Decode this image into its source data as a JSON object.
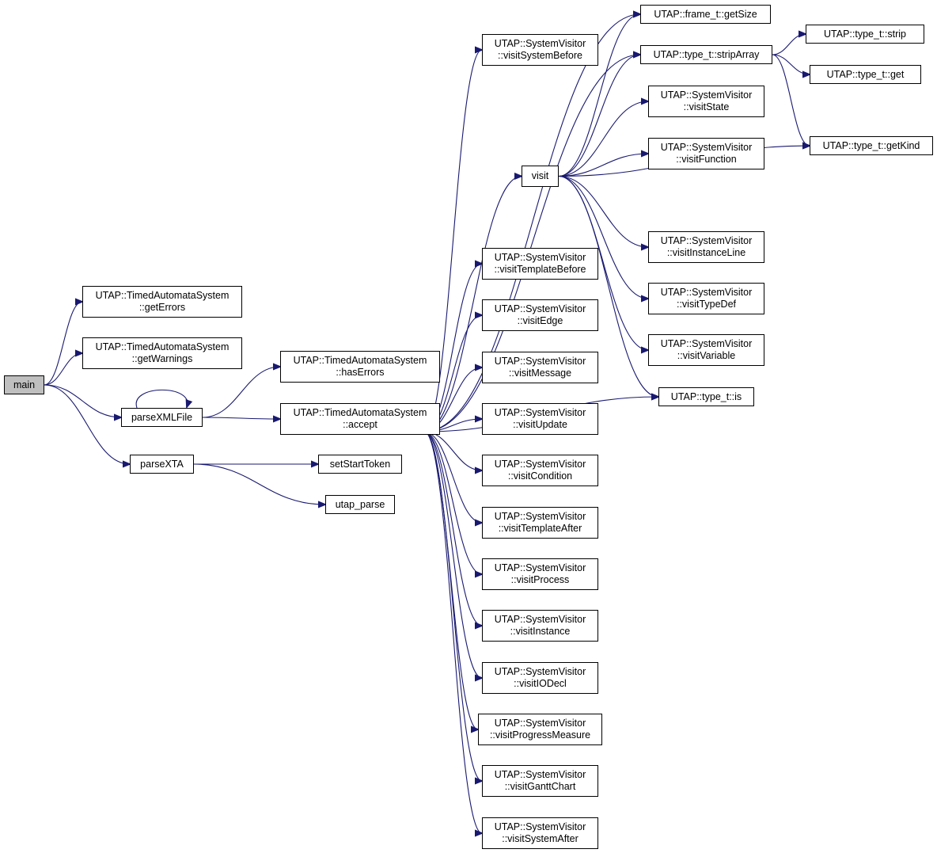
{
  "colors": {
    "edge": "#191970",
    "root_fill": "#bfbfbf",
    "node_fill": "#ffffff",
    "border": "#000000"
  },
  "nodes": {
    "main": [
      "main"
    ],
    "getErrors": [
      "UTAP::TimedAutomataSystem",
      "::getErrors"
    ],
    "getWarnings": [
      "UTAP::TimedAutomataSystem",
      "::getWarnings"
    ],
    "parseXMLFile": [
      "parseXMLFile"
    ],
    "parseXTA": [
      "parseXTA"
    ],
    "hasErrors": [
      "UTAP::TimedAutomataSystem",
      "::hasErrors"
    ],
    "accept": [
      "UTAP::TimedAutomataSystem",
      "::accept"
    ],
    "setStartToken": [
      "setStartToken"
    ],
    "utap_parse": [
      "utap_parse"
    ],
    "visitSystemBefore": [
      "UTAP::SystemVisitor",
      "::visitSystemBefore"
    ],
    "visit": [
      "visit"
    ],
    "visitTemplateBefore": [
      "UTAP::SystemVisitor",
      "::visitTemplateBefore"
    ],
    "visitEdge": [
      "UTAP::SystemVisitor",
      "::visitEdge"
    ],
    "visitMessage": [
      "UTAP::SystemVisitor",
      "::visitMessage"
    ],
    "visitUpdate": [
      "UTAP::SystemVisitor",
      "::visitUpdate"
    ],
    "visitCondition": [
      "UTAP::SystemVisitor",
      "::visitCondition"
    ],
    "visitTemplateAfter": [
      "UTAP::SystemVisitor",
      "::visitTemplateAfter"
    ],
    "visitProcess": [
      "UTAP::SystemVisitor",
      "::visitProcess"
    ],
    "visitInstance": [
      "UTAP::SystemVisitor",
      "::visitInstance"
    ],
    "visitIODecl": [
      "UTAP::SystemVisitor",
      "::visitIODecl"
    ],
    "visitProgressMeasure": [
      "UTAP::SystemVisitor",
      "::visitProgressMeasure"
    ],
    "visitGanttChart": [
      "UTAP::SystemVisitor",
      "::visitGanttChart"
    ],
    "visitSystemAfter": [
      "UTAP::SystemVisitor",
      "::visitSystemAfter"
    ],
    "getSize": [
      "UTAP::frame_t::getSize"
    ],
    "stripArray": [
      "UTAP::type_t::stripArray"
    ],
    "visitState": [
      "UTAP::SystemVisitor",
      "::visitState"
    ],
    "visitFunction": [
      "UTAP::SystemVisitor",
      "::visitFunction"
    ],
    "visitInstanceLine": [
      "UTAP::SystemVisitor",
      "::visitInstanceLine"
    ],
    "visitTypeDef": [
      "UTAP::SystemVisitor",
      "::visitTypeDef"
    ],
    "visitVariable": [
      "UTAP::SystemVisitor",
      "::visitVariable"
    ],
    "is": [
      "UTAP::type_t::is"
    ],
    "strip": [
      "UTAP::type_t::strip"
    ],
    "get": [
      "UTAP::type_t::get"
    ],
    "getKind": [
      "UTAP::type_t::getKind"
    ]
  },
  "edges": [
    [
      "main",
      "getErrors"
    ],
    [
      "main",
      "getWarnings"
    ],
    [
      "main",
      "parseXMLFile"
    ],
    [
      "main",
      "parseXTA"
    ],
    [
      "parseXMLFile",
      "parseXMLFile"
    ],
    [
      "parseXMLFile",
      "hasErrors"
    ],
    [
      "parseXMLFile",
      "accept"
    ],
    [
      "parseXTA",
      "setStartToken"
    ],
    [
      "parseXTA",
      "utap_parse"
    ],
    [
      "accept",
      "visitSystemBefore"
    ],
    [
      "accept",
      "getSize"
    ],
    [
      "accept",
      "stripArray"
    ],
    [
      "accept",
      "visit"
    ],
    [
      "accept",
      "is"
    ],
    [
      "accept",
      "visitTemplateBefore"
    ],
    [
      "accept",
      "visitEdge"
    ],
    [
      "accept",
      "visitMessage"
    ],
    [
      "accept",
      "visitUpdate"
    ],
    [
      "accept",
      "visitCondition"
    ],
    [
      "accept",
      "visitTemplateAfter"
    ],
    [
      "accept",
      "visitProcess"
    ],
    [
      "accept",
      "visitInstance"
    ],
    [
      "accept",
      "visitIODecl"
    ],
    [
      "accept",
      "visitProgressMeasure"
    ],
    [
      "accept",
      "visitGanttChart"
    ],
    [
      "accept",
      "visitSystemAfter"
    ],
    [
      "visit",
      "getSize"
    ],
    [
      "visit",
      "stripArray"
    ],
    [
      "visit",
      "visitState"
    ],
    [
      "visit",
      "visitFunction"
    ],
    [
      "visit",
      "getKind"
    ],
    [
      "visit",
      "visitInstanceLine"
    ],
    [
      "visit",
      "visitTypeDef"
    ],
    [
      "visit",
      "visitVariable"
    ],
    [
      "visit",
      "is"
    ],
    [
      "stripArray",
      "strip"
    ],
    [
      "stripArray",
      "get"
    ],
    [
      "stripArray",
      "getKind"
    ]
  ]
}
